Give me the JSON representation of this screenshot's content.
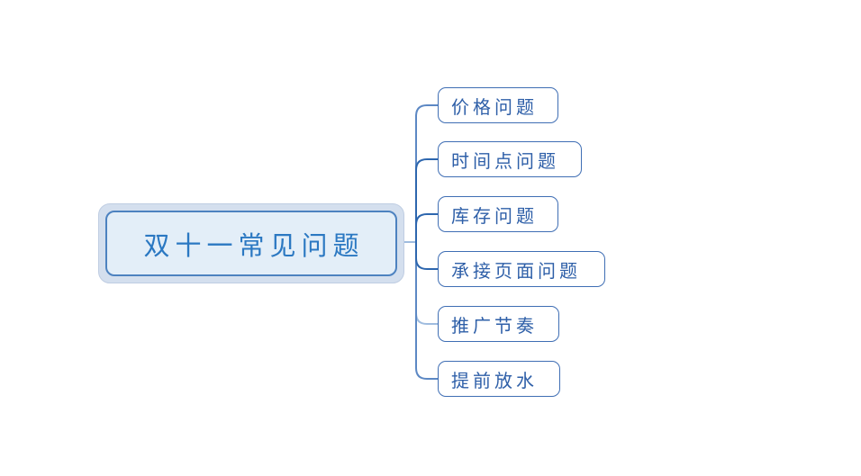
{
  "mindmap": {
    "root": {
      "label": "双十一常见问题"
    },
    "children": [
      {
        "label": "价格问题"
      },
      {
        "label": "时间点问题"
      },
      {
        "label": "库存问题"
      },
      {
        "label": "承接页面问题"
      },
      {
        "label": "推广节奏"
      },
      {
        "label": "提前放水"
      }
    ]
  },
  "colors": {
    "background": "#ffffff",
    "root_fill": "#e3eef8",
    "root_border": "#4d82c0",
    "root_halo": "#d4dfee",
    "root_halo_border": "#bfcde2",
    "root_text": "#2b78c2",
    "child_border": "#3f6eb4",
    "child_text": "#2e5fa8",
    "line_light": "#9fbcdf",
    "line_mid": "#5c88c4",
    "line_dark": "#2d66ae"
  }
}
